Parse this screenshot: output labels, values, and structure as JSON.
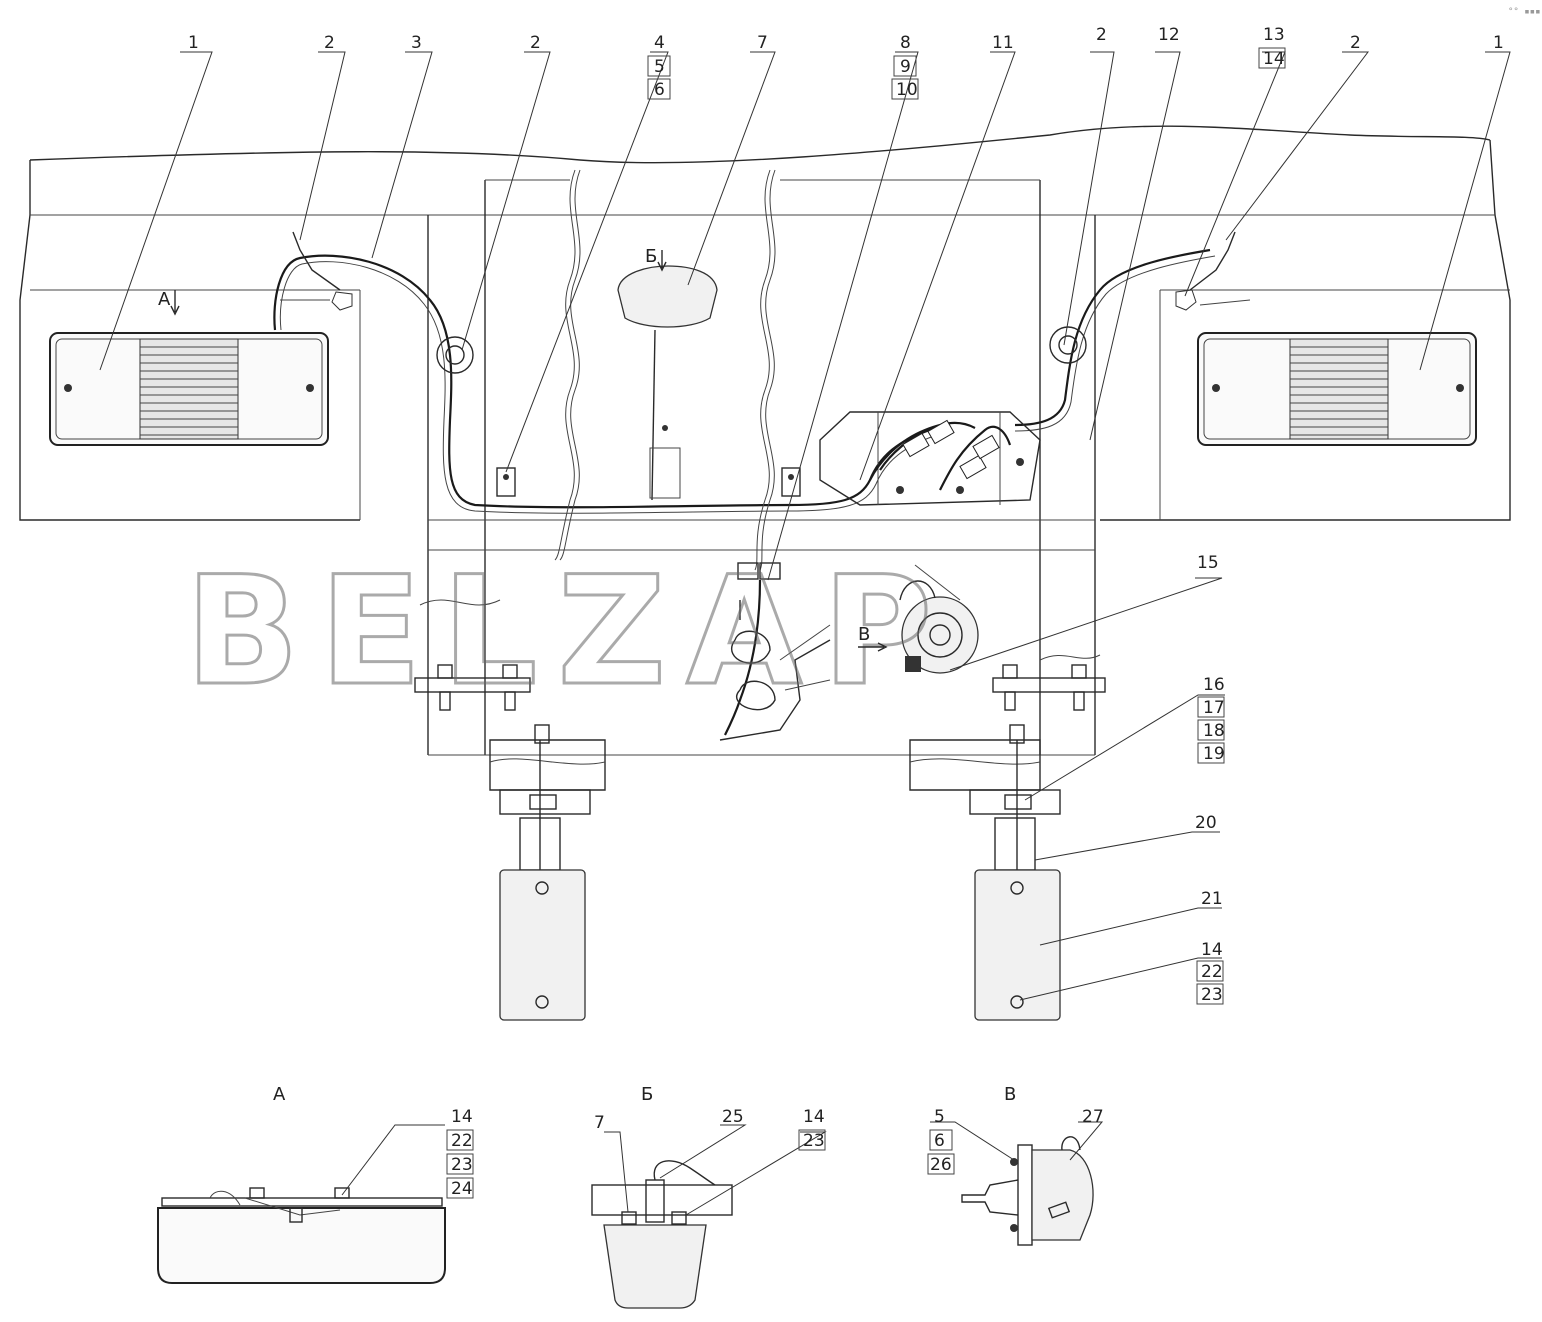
{
  "watermark": "BELZAP",
  "corner_mark": "°° ▪▪▪",
  "view_labels": {
    "a": "А",
    "b": "Б",
    "v": "В"
  },
  "callouts": {
    "c1l": "1",
    "c2a": "2",
    "c3": "3",
    "c2b": "2",
    "c4": "4",
    "c5": "5",
    "c6": "6",
    "c7": "7",
    "c8": "8",
    "c9": "9",
    "c10": "10",
    "c11": "11",
    "c2c": "2",
    "c12": "12",
    "c13": "13",
    "c14a": "14",
    "c2d": "2",
    "c1r": "1",
    "c15": "15",
    "c16": "16",
    "c17": "17",
    "c18": "18",
    "c19": "19",
    "c20": "20",
    "c21": "21",
    "c14b": "14",
    "c22a": "22",
    "c23a": "23"
  },
  "detail_a": {
    "c14": "14",
    "c22": "22",
    "c23": "23",
    "c24": "24"
  },
  "detail_b": {
    "c7": "7",
    "c25": "25",
    "c14": "14",
    "c23": "23"
  },
  "detail_v": {
    "c5": "5",
    "c6": "6",
    "c26": "26",
    "c27": "27"
  },
  "icons": [
    "tail-lamp-icon",
    "license-lamp-icon",
    "socket-icon",
    "mudflap-icon",
    "bracket-icon"
  ]
}
